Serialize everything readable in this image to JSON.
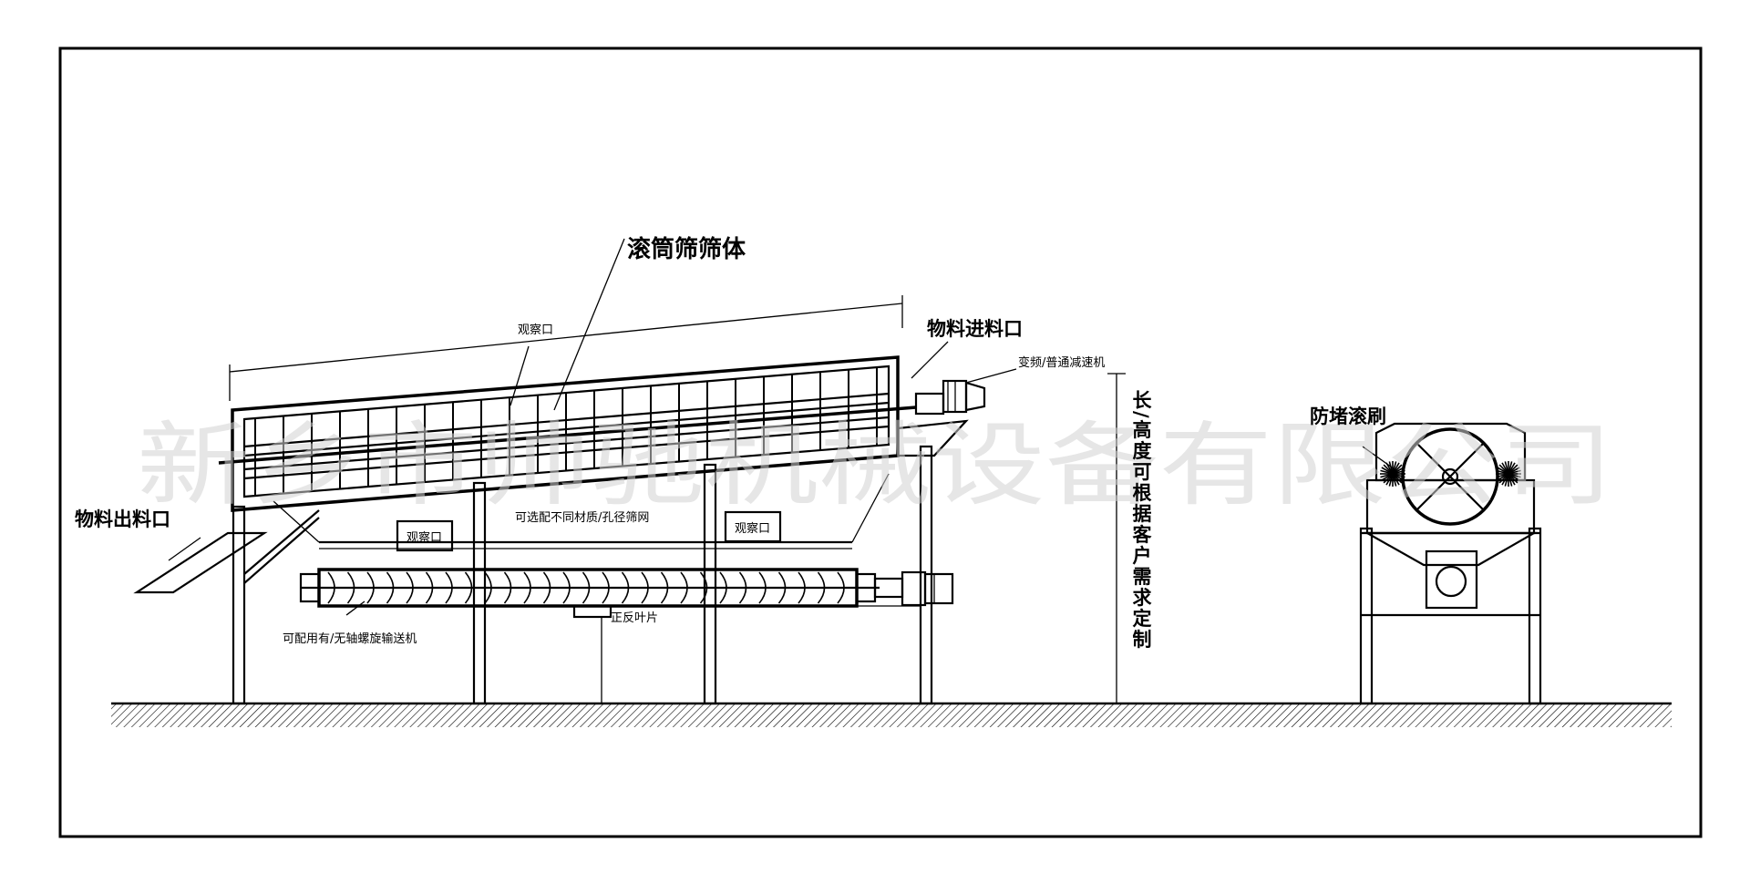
{
  "title": "滚筒筛筛体",
  "labels": {
    "inlet": "物料进料口",
    "outlet": "物料出料口",
    "reducer": "变频/普通减速机",
    "window_top": "观察口",
    "window_left": "观察口",
    "window_right": "观察口",
    "mesh": "可选配不同材质/孔径筛网",
    "conveyor": "可配用有/无轴螺旋输送机",
    "blades": "正反叶片",
    "brush": "防堵滚刷",
    "dimension": "长/高度可根据客户需求定制"
  },
  "watermark": "新乡市帅驰机械设备有限公司"
}
